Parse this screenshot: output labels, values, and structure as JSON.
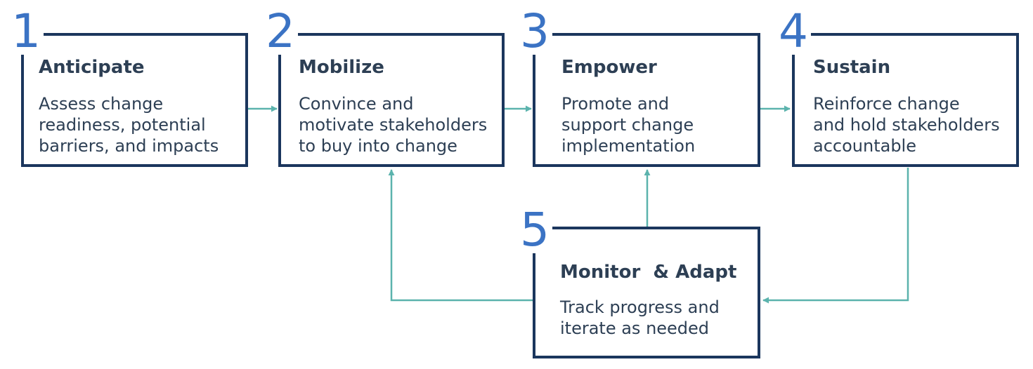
{
  "colors": {
    "box_border": "#1b365d",
    "number": "#3b73c4",
    "text": "#2d3f54",
    "arrow": "#5bb3ad"
  },
  "steps": [
    {
      "number": "1",
      "title": "Anticipate",
      "description": "Assess change\nreadiness, potential\nbarriers, and impacts"
    },
    {
      "number": "2",
      "title": "Mobilize",
      "description": "Convince and\nmotivate stakeholders\nto buy into change"
    },
    {
      "number": "3",
      "title": "Empower",
      "description": "Promote and\nsupport change\nimplementation"
    },
    {
      "number": "4",
      "title": "Sustain",
      "description": "Reinforce change\nand hold stakeholders\naccountable"
    },
    {
      "number": "5",
      "title": "Monitor  & Adapt",
      "description": "Track progress and\niterate as needed"
    }
  ],
  "connections": [
    {
      "from": "1",
      "to": "2"
    },
    {
      "from": "2",
      "to": "3"
    },
    {
      "from": "3",
      "to": "4"
    },
    {
      "from": "4",
      "to": "5"
    },
    {
      "from": "5",
      "to": "2"
    },
    {
      "from": "5",
      "to": "3"
    }
  ]
}
